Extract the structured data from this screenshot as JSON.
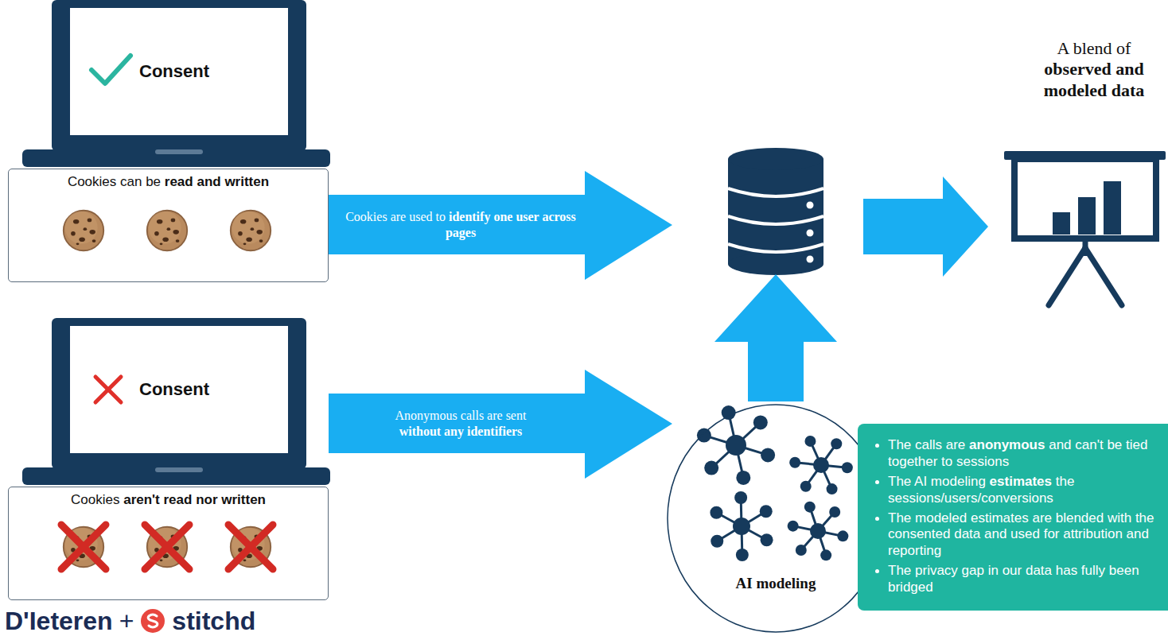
{
  "diagram": {
    "nodes": [
      {
        "text": [
          "Consent"
        ]
      },
      {
        "text": [
          "Cookies can be",
          "read and written"
        ]
      },
      {
        "text": [
          "Cookies are used to",
          "identify one user across pages"
        ]
      },
      {
        "text": [
          "Consent"
        ]
      },
      {
        "text": [
          "Cookies",
          "aren't read nor written"
        ]
      },
      {
        "text": [
          "Anonymous calls are sent",
          "without any identifiers"
        ]
      },
      {
        "text": [
          "AI modeling"
        ]
      },
      {
        "text": [
          "The calls are",
          "anonymous",
          "and can't be tied together to sessions",
          "The AI modeling",
          "estimates",
          "the sessions/users/conversions",
          "The modeled estimates are blended with the consented data and used for attribution and reporting",
          "The privacy gap in our data has fully been bridged"
        ]
      }
    ],
    "labels": [
      "A blend of",
      "observed and modeled data",
      "D'Ieteren",
      "+",
      "stitchd"
    ]
  }
}
